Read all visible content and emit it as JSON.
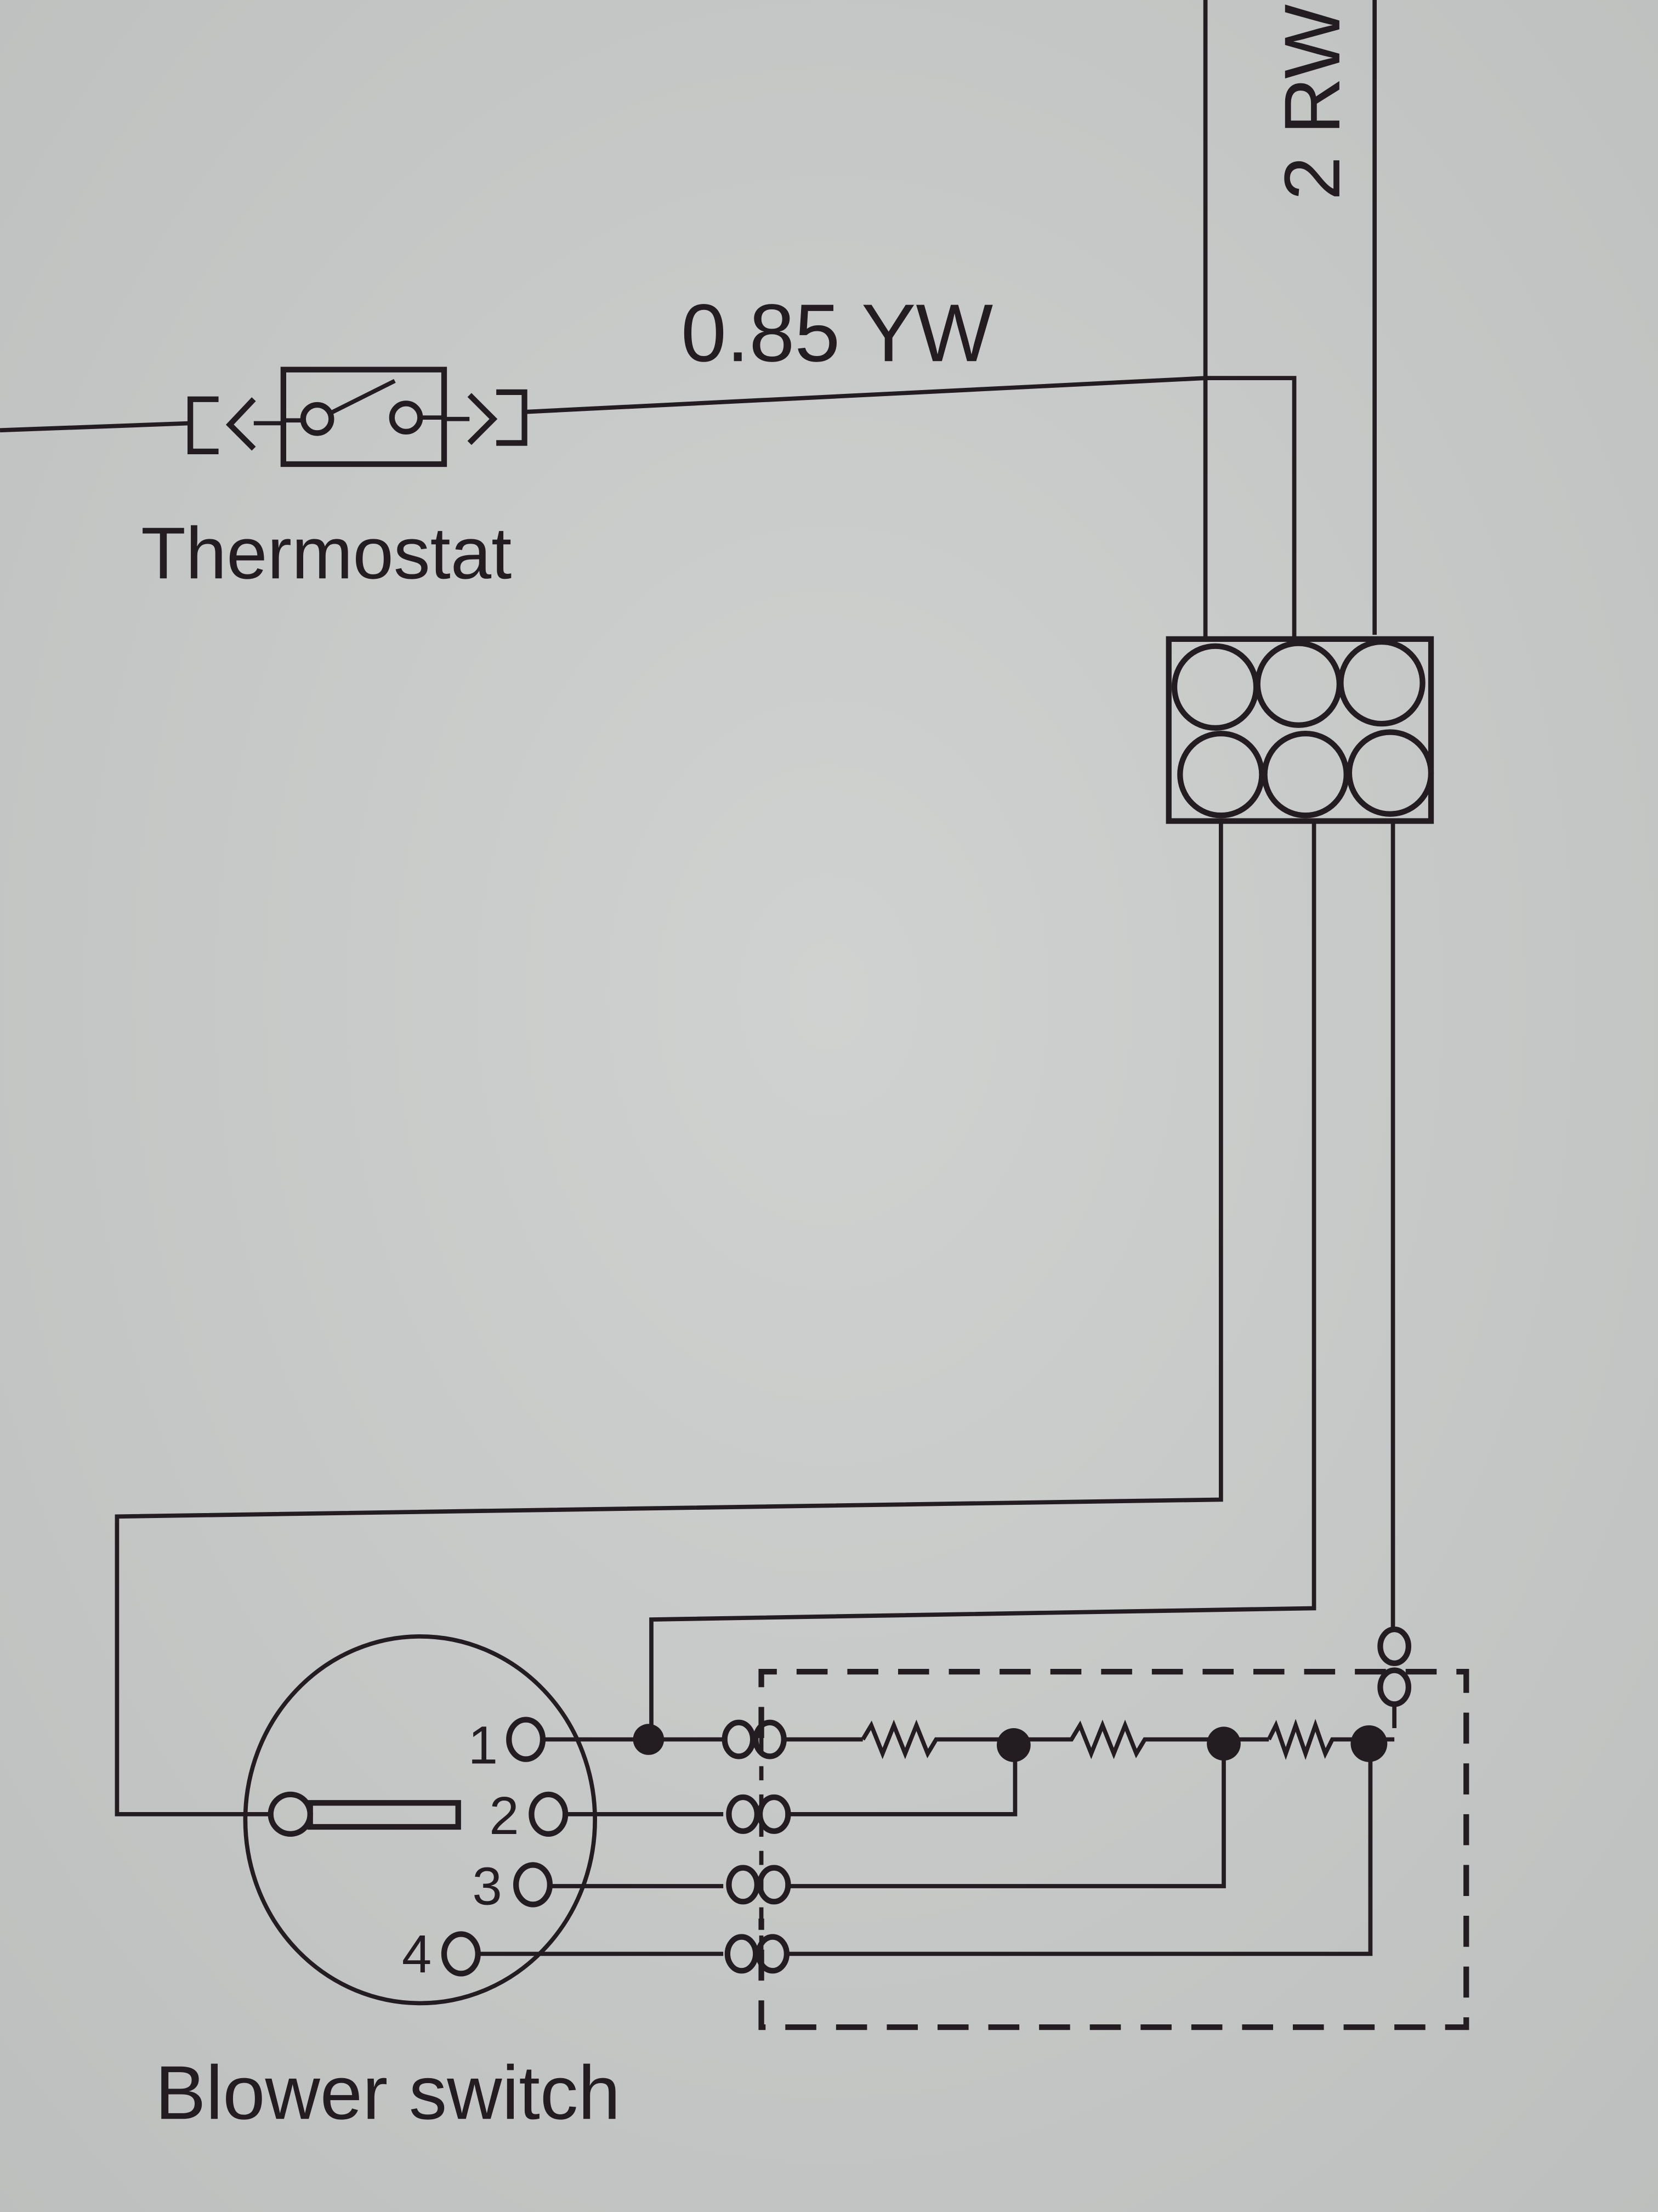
{
  "labels": {
    "wire_top": "2 RW",
    "wire_thermostat": "0.85 YW",
    "thermostat": "Thermostat",
    "blower_switch": "Blower switch"
  },
  "switch_terminals": [
    "1",
    "2",
    "3",
    "4"
  ],
  "colors": {
    "paper": "#c8cac9",
    "ink": "#231d22"
  }
}
